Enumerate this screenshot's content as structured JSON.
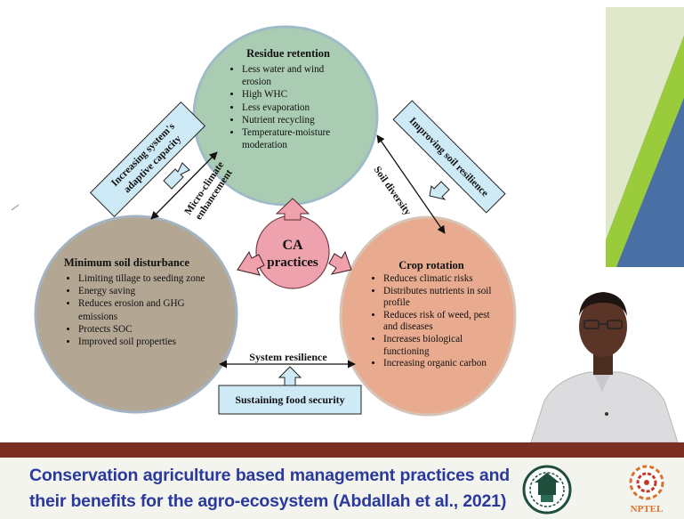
{
  "center": {
    "line1": "CA",
    "line2": "practices"
  },
  "residue_retention": {
    "title": "Residue retention",
    "items": [
      "Less water and wind erosion",
      "High WHC",
      "Less evaporation",
      "Nutrient recycling",
      "Temperature-moisture moderation"
    ]
  },
  "minimum_soil_disturbance": {
    "title": "Minimum soil disturbance",
    "items": [
      "Limiting tillage to seeding zone",
      "Energy saving",
      "Reduces erosion and GHG emissions",
      "Protects SOC",
      "Improved soil properties"
    ]
  },
  "crop_rotation": {
    "title": "Crop rotation",
    "items": [
      "Reduces climatic risks",
      "Distributes nutrients in soil profile",
      "Reduces risk of weed, pest and diseases",
      "Increases biological functioning",
      "Increasing organic carbon"
    ]
  },
  "links": {
    "left": "Micro-climate enhancement",
    "right": "Soil diversity",
    "bottom": "System resilience"
  },
  "callouts": {
    "adaptive_capacity": "Increasing system's adaptive capacity",
    "soil_resilience": "Improving soil resilience",
    "food_security": "Sustaining food security"
  },
  "footer": {
    "title": "Conservation agriculture based management practices and their benefits for the agro-ecosystem (Abdallah et al., 2021)",
    "nptel_label": "NPTEL"
  },
  "colors": {
    "residue_fill": "#a9ccb3",
    "disturbance_fill": "#b3a693",
    "rotation_fill": "#e8ab90",
    "center_fill": "#eda2ae",
    "callout_fill": "#cfeaf7",
    "footer_text": "#2a3a9c",
    "footer_bar": "#7a2f22"
  }
}
